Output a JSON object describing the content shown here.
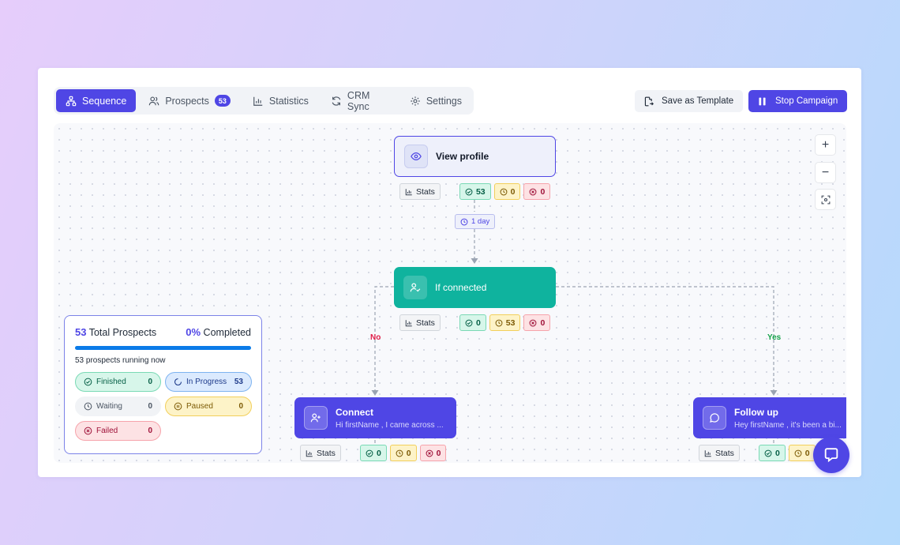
{
  "tabs": [
    {
      "label": "Sequence",
      "icon": "sequence-icon",
      "active": true
    },
    {
      "label": "Prospects",
      "icon": "users-icon",
      "badge": "53"
    },
    {
      "label": "Statistics",
      "icon": "bar-chart-icon"
    },
    {
      "label": "CRM Sync",
      "icon": "refresh-icon"
    },
    {
      "label": "Settings",
      "icon": "gear-icon"
    }
  ],
  "actions": {
    "save_template": "Save as Template",
    "stop_campaign": "Stop Campaign"
  },
  "zoom": {
    "in": "+",
    "out": "−"
  },
  "stats_label": "Stats",
  "nodes": {
    "view_profile": {
      "title": "View profile",
      "finished": "53",
      "waiting": "0",
      "failed": "0"
    },
    "delay": "1 day",
    "if_connected": {
      "title": "If connected",
      "finished": "0",
      "waiting": "53",
      "failed": "0"
    },
    "connect": {
      "title": "Connect",
      "subtitle": "Hi firstName , I came across ...",
      "finished": "0",
      "waiting": "0",
      "failed": "0"
    },
    "follow_up": {
      "title": "Follow up",
      "subtitle": "Hey firstName , it's been a bi...",
      "finished": "0",
      "waiting": "0"
    }
  },
  "edges": {
    "no": "No",
    "yes": "Yes"
  },
  "colors": {
    "accent": "#4f46e5",
    "teal": "#0fb39e",
    "no": "#e11d48",
    "yes": "#16a34a"
  },
  "summary": {
    "total_value": "53",
    "total_label": "Total Prospects",
    "completed_value": "0%",
    "completed_label": "Completed",
    "progress_fraction": 1.0,
    "running_text": "53 prospects running now",
    "pills": {
      "finished": {
        "label": "Finished",
        "value": "0"
      },
      "in_progress": {
        "label": "In Progress",
        "value": "53"
      },
      "waiting": {
        "label": "Waiting",
        "value": "0"
      },
      "paused": {
        "label": "Paused",
        "value": "0"
      },
      "failed": {
        "label": "Failed",
        "value": "0"
      }
    }
  }
}
